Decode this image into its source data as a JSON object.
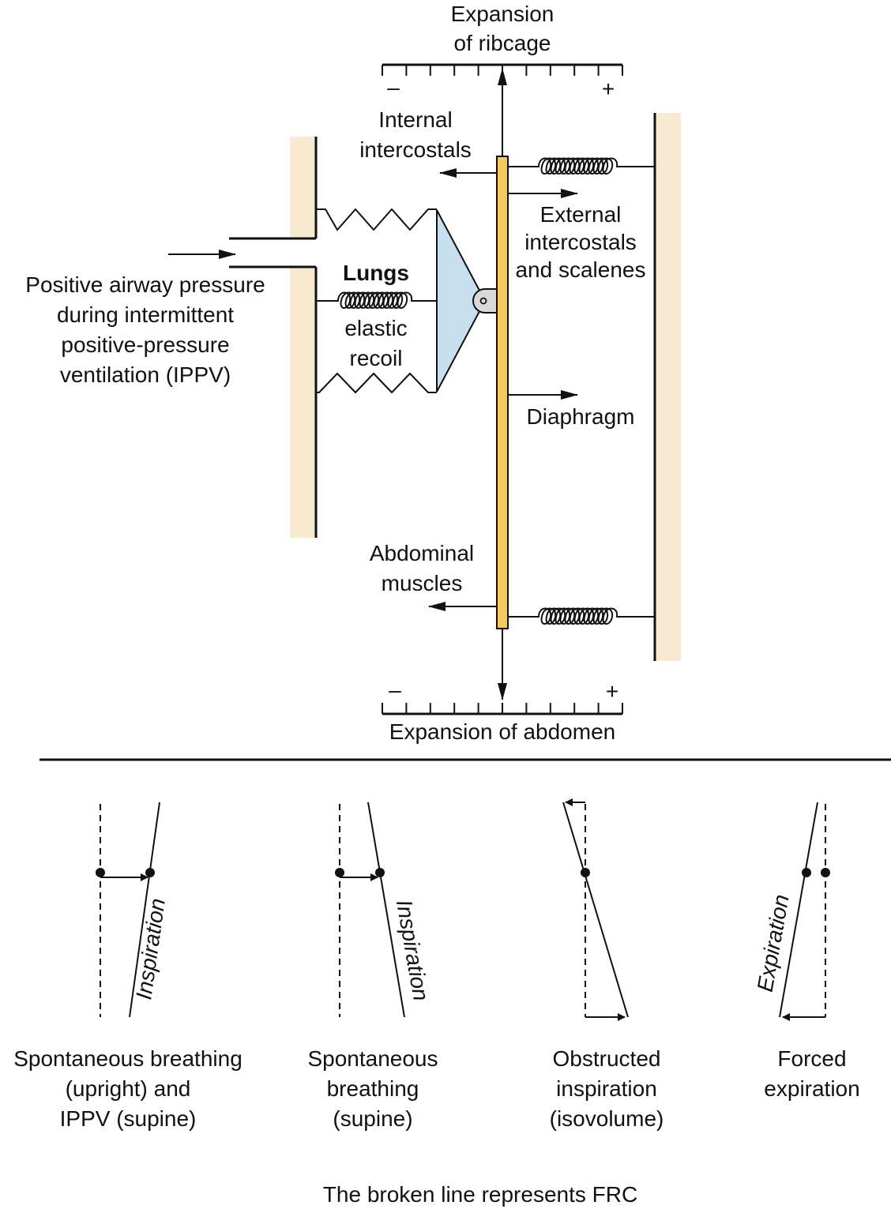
{
  "colors": {
    "wall": "#f8ead0",
    "bar": "#f3c95a",
    "lung": "#c8dff0",
    "pivot": "#d9d9d9",
    "line": "#111111"
  },
  "top_diagram": {
    "ribcage_scale_title": [
      "Expansion",
      "of ribcage"
    ],
    "ribcage_minus": "–",
    "ribcage_plus": "+",
    "internal_intercostals": [
      "Internal",
      "intercostals"
    ],
    "external_intercostals": [
      "External",
      "intercostals",
      "and scalenes"
    ],
    "lungs_title": "Lungs",
    "lungs_recoil": [
      "elastic",
      "recoil"
    ],
    "airway_pressure": [
      "Positive airway pressure",
      "during intermittent",
      "positive-pressure",
      "ventilation (IPPV)"
    ],
    "diaphragm": "Diaphragm",
    "abdominal_muscles": [
      "Abdominal",
      "muscles"
    ],
    "abdomen_minus": "–",
    "abdomen_plus": "+",
    "abdomen_scale_title": "Expansion of abdomen"
  },
  "panels": [
    {
      "trace_label": "Inspiration",
      "caption": [
        "Spontaneous breathing",
        "(upright) and",
        "IPPV (supine)"
      ]
    },
    {
      "trace_label": "Inspiration",
      "caption": [
        "Spontaneous",
        "breathing",
        "(supine)"
      ]
    },
    {
      "trace_label": "",
      "caption": [
        "Obstructed",
        "inspiration",
        "(isovolume)"
      ]
    },
    {
      "trace_label": "Expiration",
      "caption": [
        "Forced",
        "expiration"
      ]
    }
  ],
  "footer_note": "The broken line represents FRC"
}
